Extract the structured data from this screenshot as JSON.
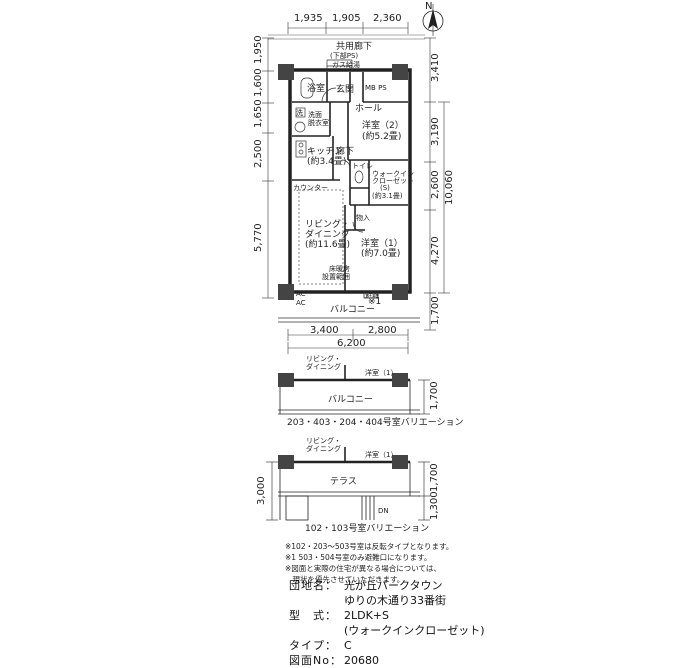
{
  "compass": {
    "label": "N"
  },
  "top_dims": [
    "1,935",
    "1,905",
    "2,360"
  ],
  "left_dims": [
    "1,950",
    "1,600",
    "1,650",
    "2,500",
    "5,770"
  ],
  "right_dims": [
    "3,410",
    "3,190",
    "2,600",
    "10,060",
    "4,270",
    "1,700"
  ],
  "bottom_dims": [
    "3,400",
    "2,800",
    "6,200"
  ],
  "rooms": {
    "corridor": "共用廊下",
    "gaslabel": "(下部PS)",
    "gas": "ガス給湯",
    "bath": "浴室",
    "entrance": "玄関",
    "mbps": "MB\nPS",
    "hall": "ホール",
    "washer": "洗",
    "washroom1": "洗面",
    "washroom2": "脱衣室",
    "western2": "洋室（2）",
    "western2_size": "(約5.2畳)",
    "kitchen": "キッチン",
    "kitchen_size": "(約3.4畳)",
    "hallway": "廊下",
    "toilet": "トイレ",
    "walkin1": "ウォークイン",
    "walkin2": "クローゼット",
    "walkin_s": "(S)",
    "walkin_size": "(約3.1畳)",
    "counter": "カウンター",
    "storage": "物入",
    "living1": "リビング・",
    "living2": "ダイニング",
    "living_size": "(約11.6畳)",
    "western1": "洋室（1）",
    "western1_size": "(約7.0畳)",
    "floorheat1": "床暖房",
    "floorheat2": "設置範囲",
    "balcony": "バルコニー",
    "evac": "避難",
    "note_mark": "※1",
    "ac": "AC"
  },
  "variation1": {
    "living1": "リビング・",
    "living2": "ダイニング",
    "western": "洋室（1）",
    "balcony": "バルコニー",
    "dim": "1,700",
    "caption": "203・403・204・404号室バリエーション"
  },
  "variation2": {
    "living1": "リビング・",
    "living2": "ダイニング",
    "western": "洋室（1）",
    "terrace": "テラス",
    "dn": "DN",
    "dims": [
      "3,000",
      "1,700",
      "1,300"
    ],
    "caption": "102・103号室バリエーション"
  },
  "notes": [
    "※102・203〜503号室は反転タイプとなります。",
    "※1 503・504号室のみ避難口になります。",
    "※図面と実際の住宅が異なる場合については、",
    "　現状を優先させていただきます。"
  ],
  "info": [
    {
      "key": "団地名：",
      "value": "光が丘パークタウン"
    },
    {
      "key": "",
      "value": "ゆりの木通り33番街"
    },
    {
      "key": "型　式：",
      "value": "2LDK+S"
    },
    {
      "key": "",
      "value": "(ウォークインクローゼット)"
    },
    {
      "key": "タイプ：",
      "value": "C"
    },
    {
      "key": "図面No：",
      "value": "20680"
    }
  ]
}
